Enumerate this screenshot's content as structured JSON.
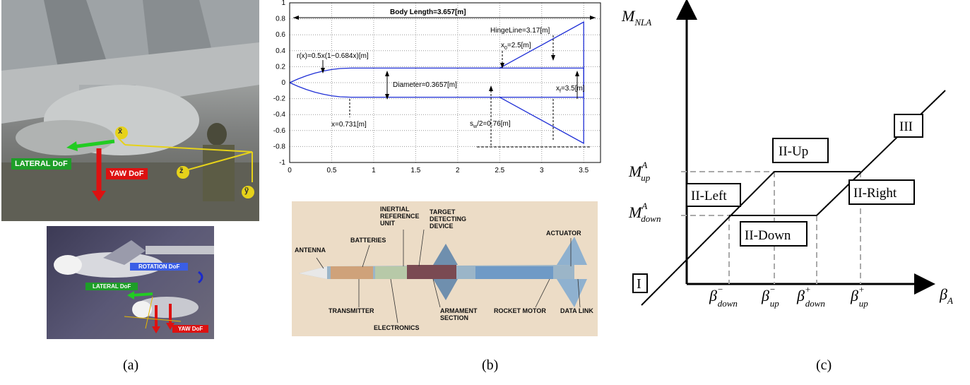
{
  "panel_a": {
    "caption": "(a)",
    "photo_top": {
      "axis_x": "x̃",
      "axis_y": "ỹ",
      "axis_z": "z̃",
      "lateral_label": "LATERAL DoF",
      "yaw_label": "YAW DoF"
    },
    "photo_bottom": {
      "rotation_label": "ROTATION DoF",
      "lateral_label": "LATERAL DoF",
      "yaw_label": "YAW DoF"
    }
  },
  "panel_b": {
    "caption": "(b)",
    "chart_data": {
      "type": "line",
      "xlim": [
        0,
        3.7
      ],
      "ylim": [
        -1,
        1
      ],
      "x_ticks": [
        "0",
        "0.5",
        "1",
        "1.5",
        "2",
        "2.5",
        "3",
        "3.5"
      ],
      "y_ticks": [
        "1",
        "0.8",
        "0.6",
        "0.4",
        "0.2",
        "0",
        "-0.2",
        "-0.4",
        "-0.6",
        "-0.8",
        "-1"
      ],
      "grid": true,
      "annotations": {
        "body_length": "Body Length=3.657[m]",
        "hinge_line": "HingeLine=3.17[m]",
        "nose_profile": "r(x)=0.5x(1−0.684x)[m]",
        "x0": "x",
        "x0_sub": "0",
        "x0_val": "=2.5[m]",
        "diameter": "Diameter=0.3657[m]",
        "xf": "x",
        "xf_sub": "f",
        "xf_val": "=3.5[m]",
        "nose_len": "x=0.731[m]",
        "sw": "s",
        "sw_sub": "w",
        "sw_val": "/2=0.76[m]"
      },
      "series": [
        {
          "values": [
            [
              0,
              0
            ],
            [
              0.1,
              0.0466
            ],
            [
              0.2,
              0.0863
            ],
            [
              0.3,
              0.1192
            ],
            [
              0.4,
              0.1453
            ],
            [
              0.5,
              0.1645
            ],
            [
              0.6,
              0.1769
            ],
            [
              0.731,
              0.18285
            ],
            [
              3.5,
              0.18285
            ],
            [
              3.5,
              -0.18285
            ],
            [
              0.731,
              -0.18285
            ],
            [
              0.6,
              -0.1769
            ],
            [
              0.5,
              -0.1645
            ],
            [
              0.4,
              -0.1453
            ],
            [
              0.3,
              -0.1192
            ],
            [
              0.2,
              -0.0863
            ],
            [
              0.1,
              -0.0466
            ],
            [
              0,
              0
            ]
          ]
        },
        {
          "values": [
            [
              2.5,
              0.18285
            ],
            [
              3.5,
              0.76
            ],
            [
              3.5,
              -0.76
            ],
            [
              2.5,
              -0.18285
            ]
          ]
        }
      ]
    },
    "cutaway": {
      "labels": {
        "inertial": [
          "INERTIAL",
          "REFERENCE",
          "UNIT"
        ],
        "target": [
          "TARGET",
          "DETECTING",
          "DEVICE"
        ],
        "actuator": "ACTUATOR",
        "antenna": "ANTENNA",
        "batteries": "BATTERIES",
        "transmitter": "TRANSMITTER",
        "electronics": "ELECTRONICS",
        "armament": [
          "ARMAMENT",
          "SECTION"
        ],
        "rocket": "ROCKET MOTOR",
        "datalink": "DATA LINK"
      }
    }
  },
  "panel_c": {
    "caption": "(c)",
    "y_axis_label": "M",
    "y_axis_sub": "NLA",
    "x_axis_label": "β",
    "x_axis_sub": "A",
    "m_up": "M",
    "m_up_sup": "A",
    "m_up_sub": "up",
    "m_down": "M",
    "m_down_sup": "A",
    "m_down_sub": "down",
    "beta_labels": [
      {
        "base": "β",
        "sup": "−",
        "sub": "down"
      },
      {
        "base": "β",
        "sup": "−",
        "sub": "up"
      },
      {
        "base": "β",
        "sup": "+",
        "sub": "down"
      },
      {
        "base": "β",
        "sup": "+",
        "sub": "up"
      }
    ],
    "regions": {
      "I": "I",
      "II_left": "II-Left",
      "II_up": "II-Up",
      "II_right": "II-Right",
      "II_down": "II-Down",
      "III": "III"
    }
  }
}
